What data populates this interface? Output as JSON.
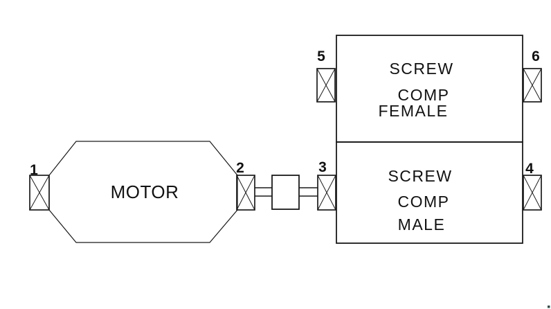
{
  "diagram": {
    "motor": {
      "label": "MOTOR"
    },
    "female_compressor": {
      "line1": "SCREW",
      "line2": "COMP",
      "line3": "FEMALE"
    },
    "male_compressor": {
      "line1": "SCREW",
      "line2": "COMP",
      "line3": "MALE"
    },
    "bearing_labels": {
      "b1": "1",
      "b2": "2",
      "b3": "3",
      "b4": "4",
      "b5": "5",
      "b6": "6"
    },
    "colors": {
      "line": "#1a1a1a",
      "background": "#ffffff",
      "corner_mark": "#2e5151"
    }
  }
}
